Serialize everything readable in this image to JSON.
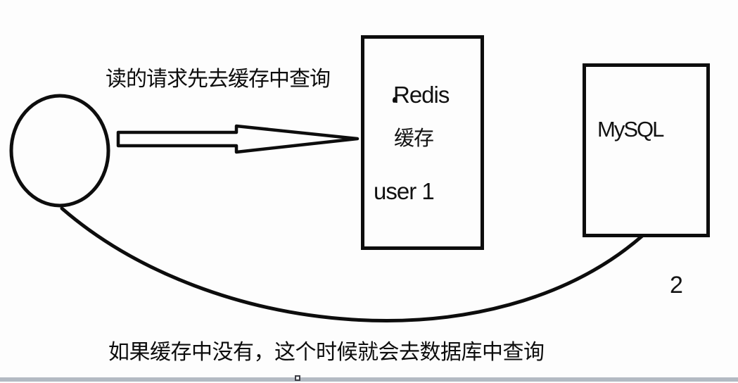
{
  "page": {
    "background": "#fdfdfd",
    "ink_color": "#0d0d0d",
    "scrollbar_color": "#b3bac3"
  },
  "captions": {
    "read_flow": "读的请求先去缓存中查询",
    "miss_flow": "如果缓存中没有，这个时候就会去数据库中查询",
    "step_number": "2"
  },
  "nodes": {
    "redis": {
      "lines": [
        "Redis",
        "缓存",
        "user 1"
      ]
    },
    "mysql": {
      "label": "MySQL"
    }
  }
}
